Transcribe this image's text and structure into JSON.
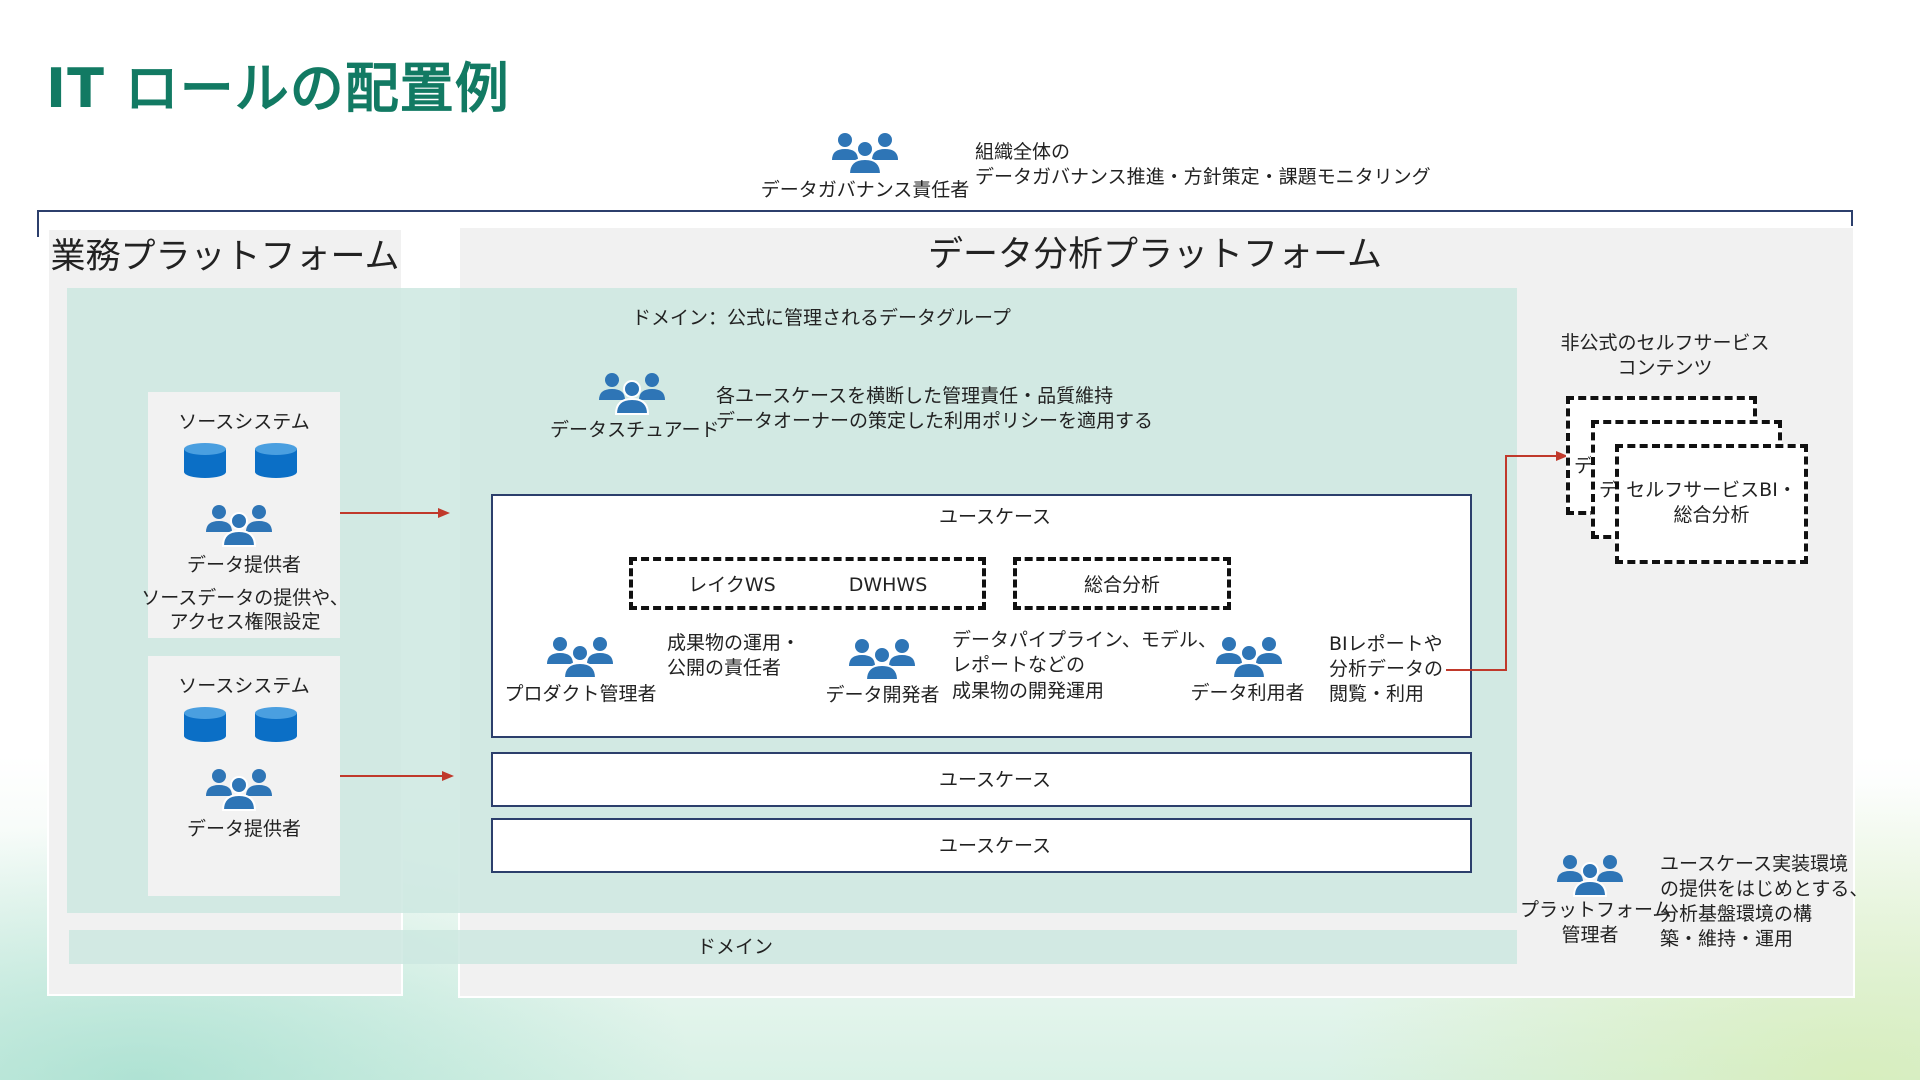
{
  "title": "IT ロールの配置例",
  "governance": {
    "role": "データガバナンス責任者",
    "desc_line1": "組織全体の",
    "desc_line2": "データガバナンス推進・方針策定・課題モニタリング"
  },
  "business_platform": {
    "title": "業務プラットフォーム",
    "source1": {
      "label": "ソースシステム",
      "role": "データ提供者",
      "desc_line1": "ソースデータの提供や、",
      "desc_line2": "アクセス権限設定"
    },
    "source2": {
      "label": "ソースシステム",
      "role": "データ提供者"
    }
  },
  "analytics_platform": {
    "title": "データ分析プラットフォーム",
    "domain_label": "ドメイン：公式に管理されるデータグループ",
    "steward": {
      "role": "データスチュアード",
      "desc_line1": "各ユースケースを横断した管理責任・品質維持",
      "desc_line2": "データオーナーの策定した利用ポリシーを適用する"
    },
    "usecase_main": {
      "label": "ユースケース",
      "ws_left": "レイクWS",
      "ws_right": "DWHWS",
      "analysis": "総合分析",
      "product_manager": {
        "role": "プロダクト管理者",
        "desc_line1": "成果物の運用・",
        "desc_line2": "公開の責任者"
      },
      "developer": {
        "role": "データ開発者",
        "desc_line1": "データパイプライン、モデル、",
        "desc_line2": "レポートなどの",
        "desc_line3": "成果物の開発運用"
      },
      "consumer": {
        "role": "データ利用者",
        "desc_line1": "BIレポートや",
        "desc_line2": "分析データの",
        "desc_line3": "閲覧・利用"
      }
    },
    "usecase2": "ユースケース",
    "usecase3": "ユースケース",
    "domain2_label": "ドメイン",
    "self_service": {
      "heading_line1": "非公式のセルフサービス",
      "heading_line2": "コンテンツ",
      "card_back": "デ",
      "card_mid": "デ",
      "card_front_line1": "セルフサービスBI・",
      "card_front_line2": "総合分析"
    },
    "platform_admin": {
      "role_line1": "プラットフォーム",
      "role_line2": "管理者",
      "desc_line1": "ユースケース実装環境",
      "desc_line2": "の提供をはじめとする、",
      "desc_line3": "分析基盤環境の構",
      "desc_line4": "築・維持・運用"
    }
  },
  "colors": {
    "title": "#127a63",
    "icon": "#2e75b6",
    "arrow": "#c0392b",
    "usecase_border": "#2c3f6c",
    "domain_fill": "#cde7e0",
    "panel_fill": "#f1f1f1"
  }
}
